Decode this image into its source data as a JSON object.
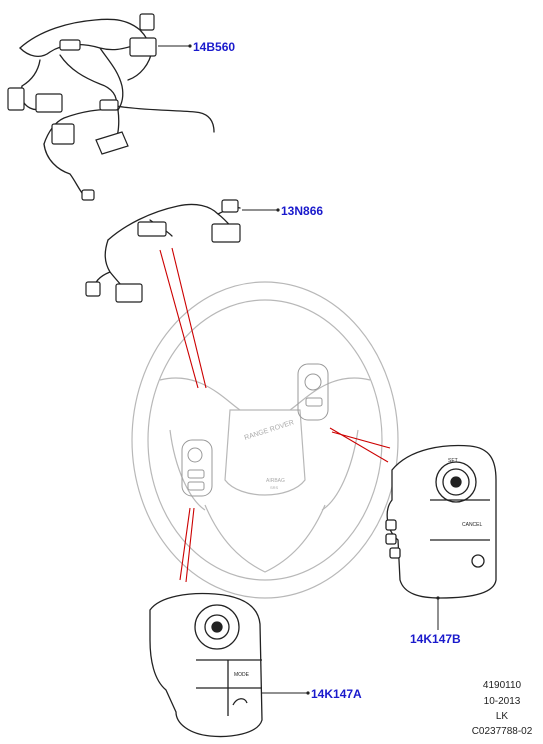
{
  "callouts": {
    "harness_upper": "14B560",
    "harness_lower": "13N866",
    "switch_right": "14K147B",
    "switch_left": "14K147A"
  },
  "wheel_text": {
    "brand": "RANGE ROVER",
    "airbag": "AIRBAG",
    "airbag_sub": "SRS",
    "set": "SET",
    "cancel": "CANCEL",
    "mode": "MODE"
  },
  "meta": {
    "line1": "4190110",
    "line2": "10-2013",
    "line3": "LK",
    "line4": "C0237788-02"
  },
  "colors": {
    "callout": "#1a1acc",
    "leader_red": "#cc0000",
    "line": "#222222",
    "ghost": "#b8b8b8"
  }
}
